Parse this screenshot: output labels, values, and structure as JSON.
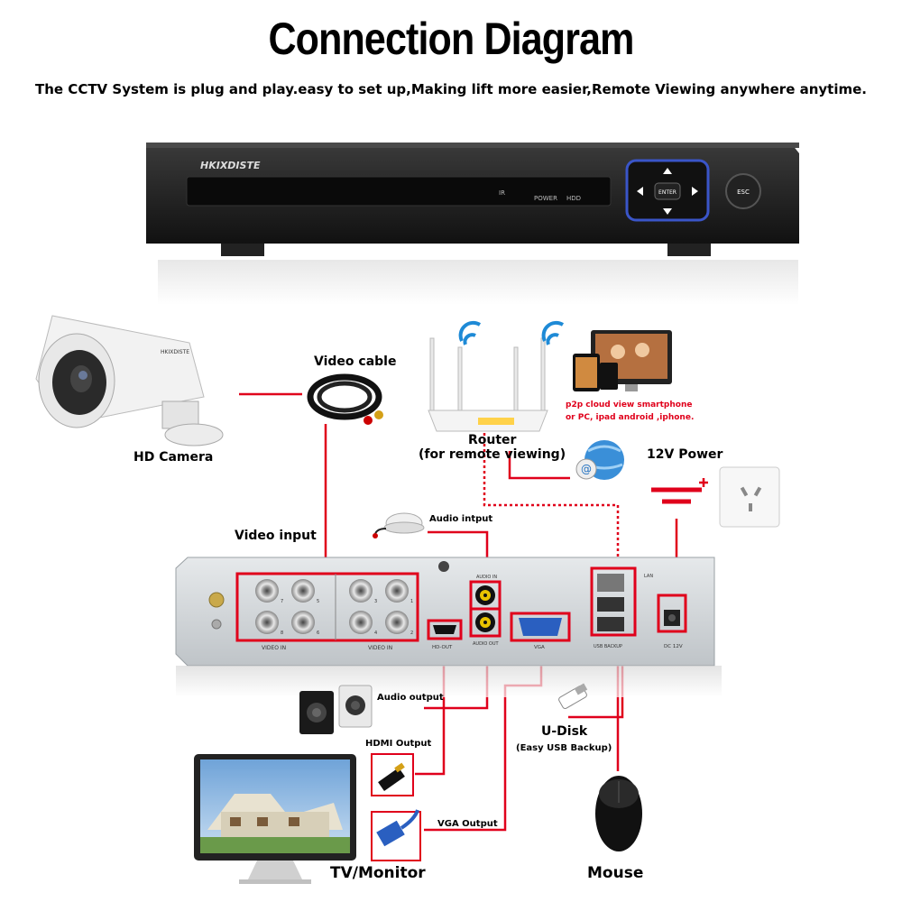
{
  "title": "Connection Diagram",
  "subtitle": "The CCTV System is plug and play.easy to set up,Making lift more easier,Remote Viewing anywhere anytime.",
  "dvr_front": {
    "brand": "HKIXDISTE",
    "ir": "IR",
    "power": "POWER",
    "hdd": "HDD",
    "enter": "ENTER",
    "esc": "ESC"
  },
  "labels": {
    "video_cable": "Video cable",
    "hd_camera": "HD Camera",
    "router": "Router",
    "router_sub": "(for remote viewing)",
    "p2p_line1": "p2p cloud  view smartphone",
    "p2p_line2": "or PC, ipad android ,iphone.",
    "power_12v": "12V Power",
    "video_input": "Video input",
    "audio_input": "Audio intput",
    "audio_output": "Audio output",
    "hdmi_output": "HDMI Output",
    "vga_output": "VGA Output",
    "u_disk": "U-Disk",
    "u_disk_sub": "(Easy USB Backup)",
    "tv_monitor": "TV/Monitor",
    "mouse": "Mouse"
  },
  "dvr_back": {
    "video_in_left": "VIDEO IN",
    "video_in_right": "VIDEO IN",
    "audio_in": "AUDIO IN",
    "audio_out": "AUDIO OUT",
    "hd_out": "HD-OUT",
    "vga": "VGA",
    "lan": "LAN",
    "usb": "USB BACKUP",
    "dc": "DC 12V",
    "ch_numbers": [
      "7",
      "5",
      "3",
      "1",
      "8",
      "6",
      "4",
      "2"
    ]
  },
  "colors": {
    "line_red": "#e0001b",
    "dvr_body": "#1c1c1c",
    "panel_gray": "#cfd3d6"
  }
}
